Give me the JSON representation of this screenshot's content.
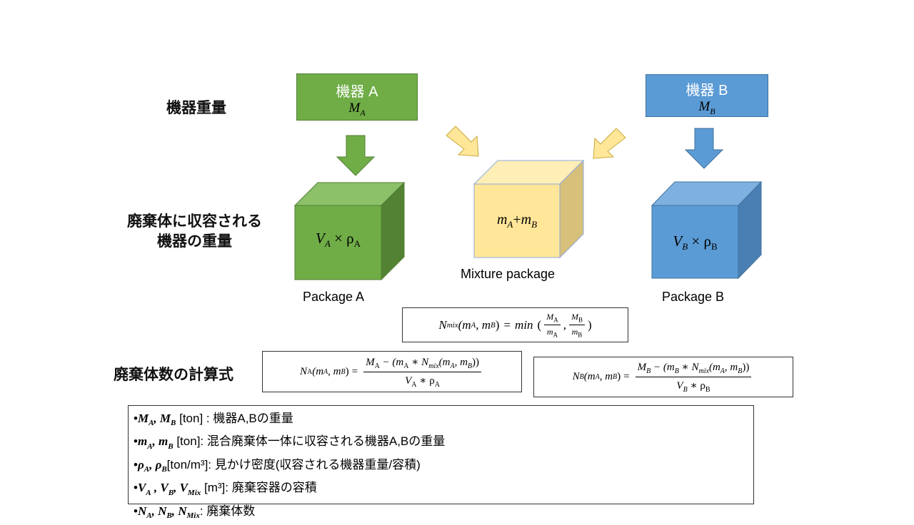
{
  "labels": {
    "device_weight": "機器重量",
    "contained_weight_line1": "廃棄体に収容される",
    "contained_weight_line2": "機器の重量",
    "formula_title": "廃棄体数の計算式"
  },
  "devices": {
    "a": {
      "title": "機器 A",
      "mass_symbol": "M",
      "mass_sub": "A",
      "color": "#70ad47"
    },
    "b": {
      "title": "機器 B",
      "mass_symbol": "M",
      "mass_sub": "B",
      "color": "#5b9bd5"
    }
  },
  "packages": {
    "a": {
      "caption": "Package A",
      "var": "V",
      "sub": "A",
      "rho": "ρ",
      "rho_sub": "A",
      "op": "×"
    },
    "mix": {
      "caption": "Mixture package",
      "expr_a": "m",
      "sub_a": "A",
      "plus": "+",
      "expr_b": "m",
      "sub_b": "B",
      "color": "#ffe699"
    },
    "b": {
      "caption": "Package B",
      "var": "V",
      "sub": "B",
      "rho": "ρ",
      "rho_sub": "B",
      "op": "×"
    }
  },
  "equations": {
    "nmix": {
      "lhs": "N",
      "lhs_sub": "mix",
      "args": "(m",
      "args_a": "A",
      "args_mid": ", m",
      "args_b": "B",
      "args_end": ")",
      "eq": "=",
      "fn": "min",
      "f1_num": "M",
      "f1_num_sub": "A",
      "f1_den": "m",
      "f1_den_sub": "A",
      "f2_num": "M",
      "f2_num_sub": "B",
      "f2_den": "m",
      "f2_den_sub": "B"
    },
    "na": {
      "lhs": "N",
      "lhs_sub": "A",
      "num": "M",
      "num_sub": "A",
      "minus": "− (m",
      "m_sub": "A",
      "times": "∗ N",
      "nmix_sub": "mix",
      "args": "(m",
      "args_a": "A",
      "args_mid": ", m",
      "args_b": "B",
      "close": "))",
      "den_v": "V",
      "den_v_sub": "A",
      "den_times": "∗ ρ",
      "den_rho_sub": "A"
    },
    "nb": {
      "lhs": "N",
      "lhs_sub": "B",
      "num": "M",
      "num_sub": "B",
      "minus": "− (m",
      "m_sub": "B",
      "times": "∗ N",
      "nmix_sub": "mix",
      "args": "(m",
      "args_a": "A",
      "args_mid": ", m",
      "args_b": "B",
      "close": "))",
      "den_v": "V",
      "den_v_sub": "B",
      "den_times": "∗ ρ",
      "den_rho_sub": "B"
    }
  },
  "legend": [
    {
      "bullet": "•",
      "sym": "M",
      "sym_sub": "A",
      "sep": ", ",
      "sym2": "M",
      "sym2_sub": "B",
      "sym3": "",
      "sym3_sub": "",
      "text": " [ton] : 機器A,Bの重量"
    },
    {
      "bullet": "•",
      "sym": "m",
      "sym_sub": "A",
      "sep": ", ",
      "sym2": "m",
      "sym2_sub": "B",
      "sym3": "",
      "sym3_sub": "",
      "text": " [ton]: 混合廃棄体一体に収容される機器A,Bの重量"
    },
    {
      "bullet": "•",
      "sym": "ρ",
      "sym_sub": "A",
      "sep": ", ",
      "sym2": "ρ",
      "sym2_sub": "B",
      "sym3": "",
      "sym3_sub": "",
      "text": "[ton/m³]: 見かけ密度(収容される機器重量/容積)"
    },
    {
      "bullet": "•",
      "sym": "V",
      "sym_sub": "A",
      "sep": " , ",
      "sym2": "V",
      "sym2_sub": "B",
      "sym3": "V",
      "sym3_sub": "Mix",
      "text": " [m³]: 廃棄容器の容積"
    },
    {
      "bullet": "•",
      "sym": "N",
      "sym_sub": "A",
      "sep": ", ",
      "sym2": "N",
      "sym2_sub": "B",
      "sym3": "N",
      "sym3_sub": "Mix",
      "text": ":  廃棄体数"
    }
  ]
}
